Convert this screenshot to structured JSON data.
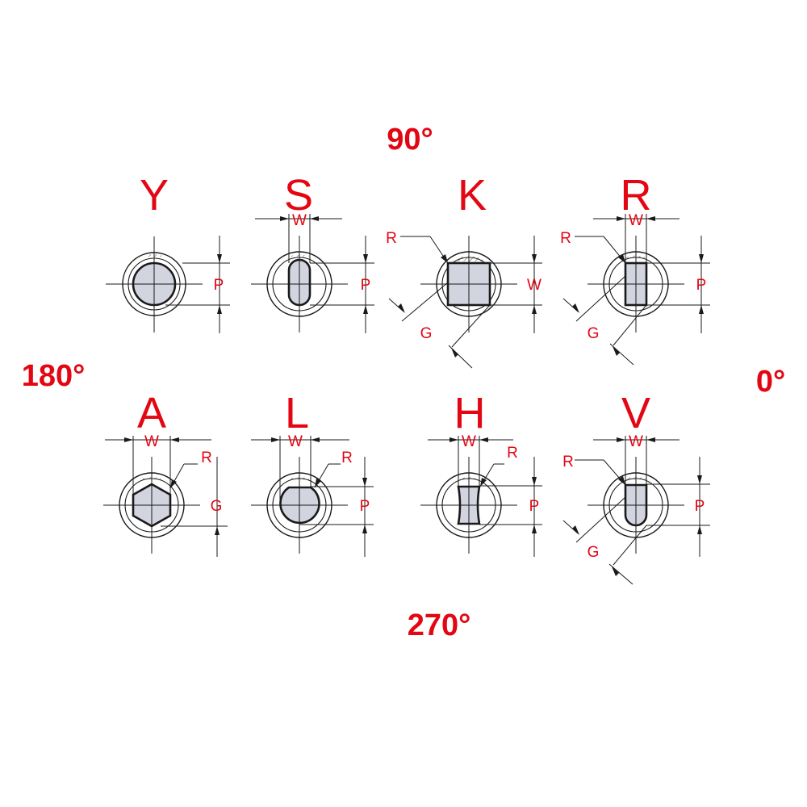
{
  "angles": {
    "top": "90°",
    "left": "180°",
    "right": "0°",
    "bottom": "270°"
  },
  "shapes": {
    "Y": {
      "letter": "Y",
      "dim_right": "P"
    },
    "S": {
      "letter": "S",
      "dim_top": "W",
      "dim_right": "P"
    },
    "K": {
      "letter": "K",
      "dim_radius": "R",
      "dim_right": "W",
      "dim_diag": "G"
    },
    "R": {
      "letter": "R",
      "dim_top": "W",
      "dim_radius": "R",
      "dim_right": "P",
      "dim_diag": "G"
    },
    "A": {
      "letter": "A",
      "dim_top": "W",
      "dim_radius": "R",
      "dim_right": "G"
    },
    "L": {
      "letter": "L",
      "dim_top": "W",
      "dim_radius": "R",
      "dim_right": "P"
    },
    "H": {
      "letter": "H",
      "dim_top": "W",
      "dim_radius": "R",
      "dim_right": "P"
    },
    "V": {
      "letter": "V",
      "dim_top": "W",
      "dim_radius": "R",
      "dim_right": "P",
      "dim_diag": "G"
    }
  },
  "colors": {
    "label": "#e30613",
    "line": "#1a1a1a",
    "fill": "#d2d4df"
  }
}
